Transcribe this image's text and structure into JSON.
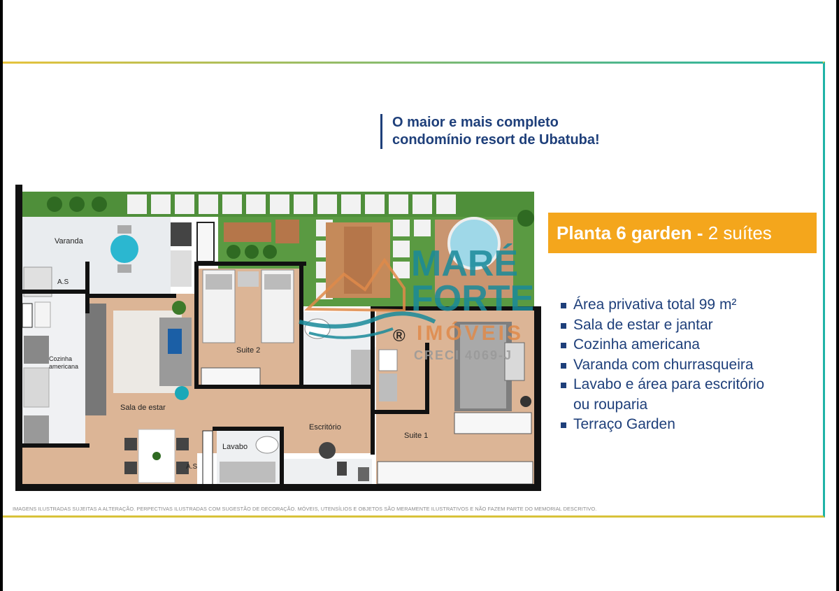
{
  "headline": {
    "line1": "O maior e mais completo",
    "line2": "condomínio resort de Ubatuba!"
  },
  "badge": {
    "bold": "Planta 6 garden -",
    "light": "2 suítes"
  },
  "features": [
    "Área privativa total 99 m²",
    "Sala de estar e jantar",
    "Cozinha americana",
    "Varanda com churrasqueira",
    "Lavabo e área para escritório",
    "ou rouparia",
    "Terraço Garden"
  ],
  "rooms": {
    "varanda": "Varanda",
    "as_top": "A.S",
    "cozinha_1": "Cozinha",
    "cozinha_2": "americana",
    "suite2": "Suite 2",
    "sala": "Sala de estar",
    "escritorio": "Escritório",
    "suite1": "Suite 1",
    "lavabo": "Lavabo",
    "as_bottom": "A.S"
  },
  "watermark": {
    "line1": "MARÉ",
    "line2": "FORTE",
    "line3": "IMÓVEIS",
    "registered": "®",
    "creci": "CRECI 4069-J"
  },
  "disclaimer": "IMAGENS ILUSTRADAS SUJEITAS A ALTERAÇÃO. PERPECTIVAS ILUSTRADAS COM SUGESTÃO DE DECORAÇÃO. MÓVEIS, UTENSÍLIOS E OBJETOS SÃO MERAMENTE ILUSTRATIVOS E NÃO FAZEM PARTE DO MEMORIAL DESCRITIVO.",
  "colors": {
    "navy": "#1e3f7a",
    "orange": "#f4a61c",
    "teal": "#1a8a9a",
    "wall": "#111111",
    "floor_wood": "#d9b79a",
    "grass": "#4f8f3a"
  }
}
